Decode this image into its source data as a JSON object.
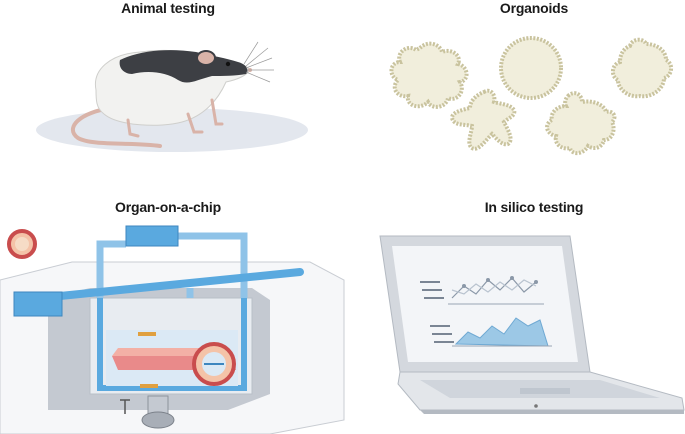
{
  "panels": {
    "animal_testing": {
      "title": "Animal testing",
      "illustration": "rat-icon"
    },
    "organoids": {
      "title": "Organoids",
      "illustration": "organoid-icons"
    },
    "organ_on_chip": {
      "title": "Organ-on-a-chip",
      "illustration": "microfluidic-chip-icon"
    },
    "in_silico": {
      "title": "In silico testing",
      "illustration": "laptop-chart-icon"
    }
  },
  "colors": {
    "rat_body": "#f2f2f0",
    "rat_dark": "#3d3f44",
    "rat_tail": "#d9b3a8",
    "organoid_fill": "#f1eedc",
    "organoid_border": "#c9c39e",
    "chip_blue": "#5aa9df",
    "chip_pink": "#e98a8a",
    "laptop_grey": "#d4d8de",
    "plot_blue": "#9cc8e6"
  }
}
